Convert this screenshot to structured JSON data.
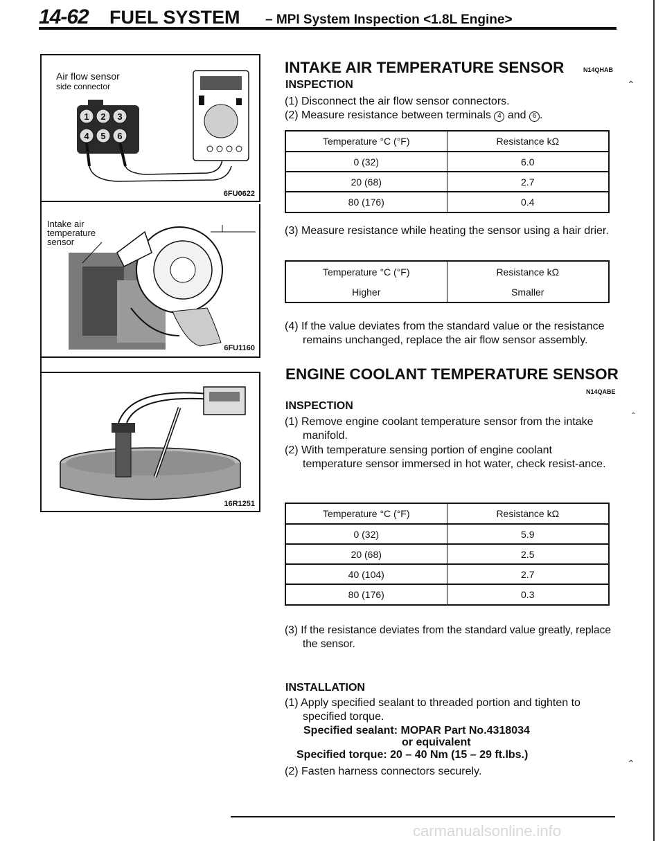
{
  "header": {
    "page_number": "14-62",
    "section": "FUEL SYSTEM",
    "subtitle": "– MPI System Inspection <1.8L Engine>"
  },
  "figures": [
    {
      "code": "6FU0622",
      "label_line1": "Air flow sensor",
      "label_line2": "side connector",
      "connector_terminals": [
        "1",
        "2",
        "3",
        "4",
        "5",
        "6"
      ]
    },
    {
      "code": "6FU1160",
      "label_line1": "Intake air",
      "label_line2": "temperature",
      "label_line3": "sensor"
    },
    {
      "code": "16R1251"
    }
  ],
  "intake": {
    "title": "INTAKE AIR TEMPERATURE SENSOR",
    "code": "N14QHAB",
    "inspection_heading": "INSPECTION",
    "step1": "(1) Disconnect the air flow sensor connectors.",
    "step2_pre": "(2) Measure resistance between terminals",
    "step2_t1": "4",
    "step2_mid": "and",
    "step2_t2": "6",
    "table1": {
      "headers": [
        "Temperature °C (°F)",
        "Resistance kΩ"
      ],
      "rows": [
        [
          "0 (32)",
          "6.0"
        ],
        [
          "20 (68)",
          "2.7"
        ],
        [
          "80 (176)",
          "0.4"
        ]
      ]
    },
    "step3": "(3) Measure resistance while heating the sensor using a hair drier.",
    "table2": {
      "headers": [
        "Temperature °C (°F)",
        "Resistance kΩ"
      ],
      "rows": [
        [
          "Higher",
          "Smaller"
        ]
      ]
    },
    "step4": "(4) If the value deviates from the standard value or the resistance remains unchanged, replace the air flow sensor assembly."
  },
  "coolant": {
    "title": "ENGINE COOLANT TEMPERATURE SENSOR",
    "code": "N14QABE",
    "inspection_heading": "INSPECTION",
    "step1": "(1) Remove engine coolant temperature sensor from the intake manifold.",
    "step2": "(2) With temperature sensing portion of engine coolant temperature sensor immersed in hot water, check resist-ance.",
    "table": {
      "headers": [
        "Temperature °C (°F)",
        "Resistance kΩ"
      ],
      "rows": [
        [
          "0 (32)",
          "5.9"
        ],
        [
          "20 (68)",
          "2.5"
        ],
        [
          "40 (104)",
          "2.7"
        ],
        [
          "80 (176)",
          "0.3"
        ]
      ]
    },
    "step3": "(3) If the resistance deviates from the standard value greatly, replace the sensor.",
    "installation_heading": "INSTALLATION",
    "inst1": "(1) Apply specified sealant to threaded portion and tighten to specified torque.",
    "sealant_label": "Specified sealant: MOPAR Part No.4318034",
    "sealant_alt": "or equivalent",
    "torque_label": "Specified torque: 20 – 40 Nm (15 – 29 ft.lbs.)",
    "inst2": "(2) Fasten harness connectors securely."
  },
  "watermark": "carmanualsonline.info"
}
